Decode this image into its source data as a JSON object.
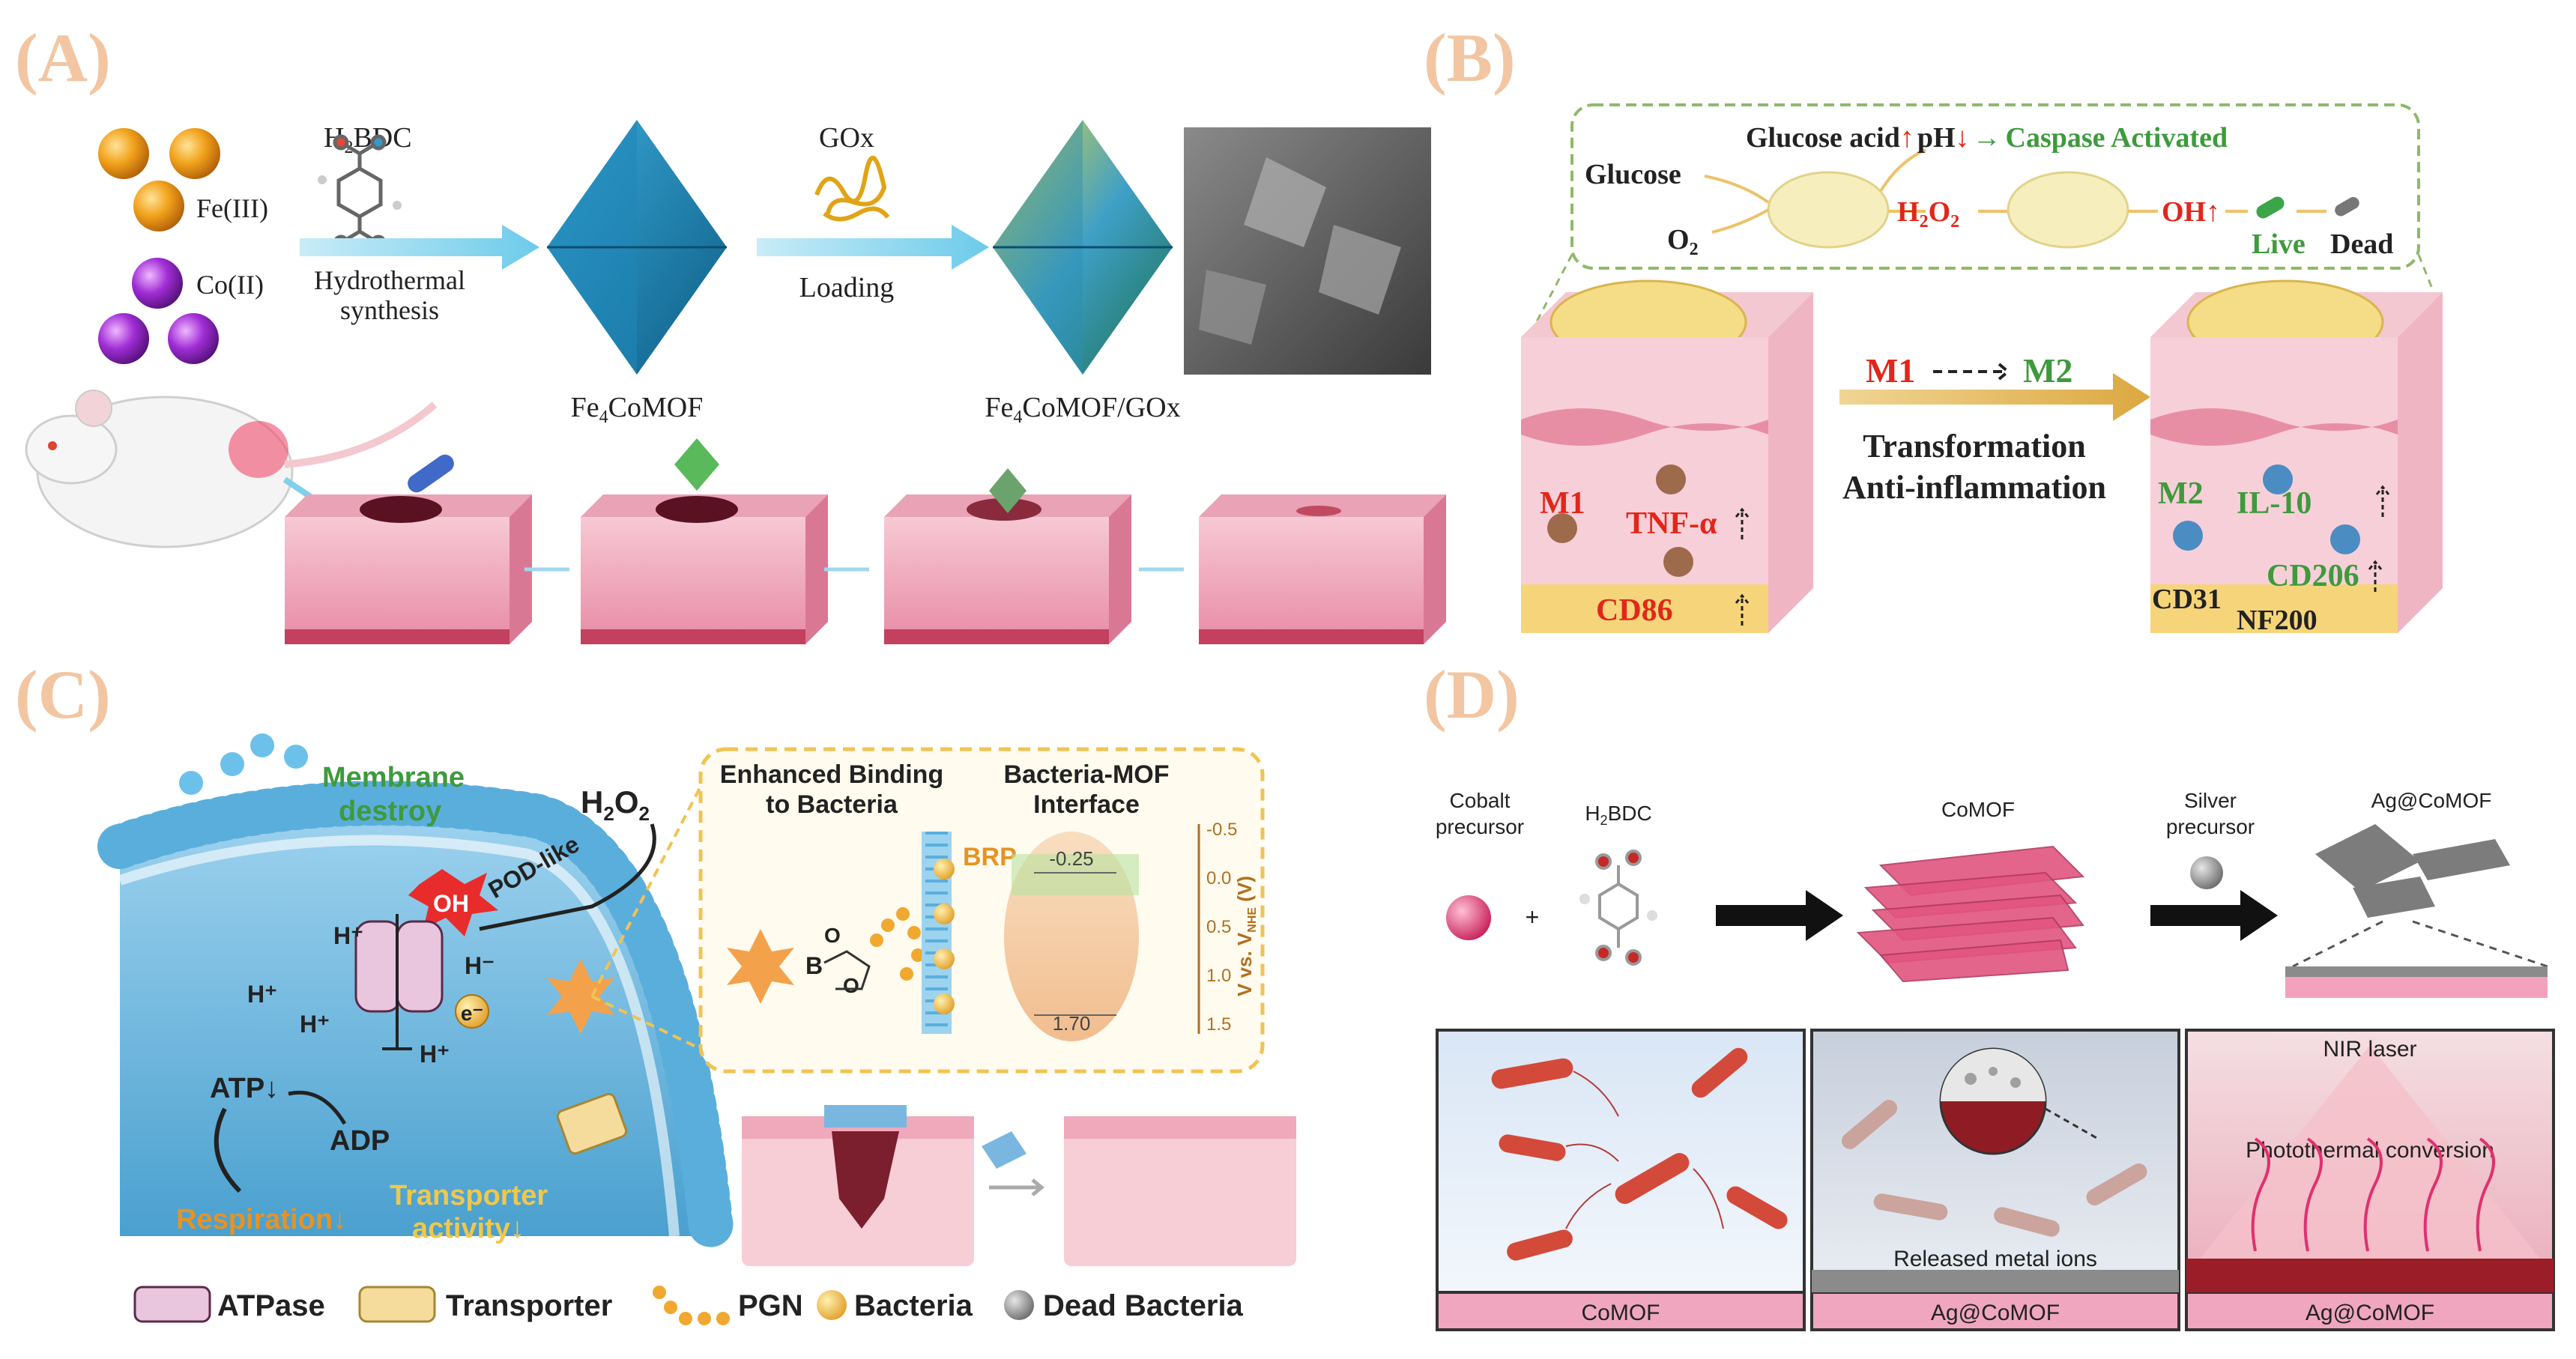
{
  "panel_labels": {
    "a": "(A)",
    "b": "(B)",
    "c": "(C)",
    "d": "(D)"
  },
  "colors": {
    "panel_label": "#f2c6a2",
    "arrow_blue": "#7fd0ec",
    "skin_pink": "#f3b6c6",
    "fat_yellow": "#f6d57a",
    "green_dashed": "#8fb86a",
    "red_text": "#e2261a",
    "green_text": "#3e9a3c",
    "orange_text": "#e59324",
    "membrane_blue": "#5aaedc",
    "cell_blue": "#7cc3e8",
    "np_pink": "#e25580",
    "bacteria_red": "#d34a3a"
  },
  "panel_a": {
    "fe_label": "Fe(III)",
    "co_label": "Co(II)",
    "linker_label": "H2BDC",
    "linker_main": "H",
    "linker_sub": "2",
    "linker_end": "BDC",
    "step1_line1": "Hydrothermal",
    "step1_line2": "synthesis",
    "mof1_main": "Fe",
    "mof1_sub": "4",
    "mof1_end": "CoMOF",
    "gox_label": "GOx",
    "step2_label": "Loading",
    "mof2_main": "Fe",
    "mof2_sub": "4",
    "mof2_end": "CoMOF/GOx",
    "icons": [
      "fe-sphere-icon",
      "co-sphere-icon",
      "h2bdc-molecule-icon",
      "mof-octahedron-icon",
      "gox-enzyme-icon",
      "sem-image",
      "rat-icon",
      "skin-block-icon"
    ]
  },
  "panel_b": {
    "glucose": "Glucose",
    "o2_main": "O",
    "o2_sub": "2",
    "glucose_acid": "Glucose acid",
    "up1": "↑",
    "ph": "pH",
    "down1": "↓",
    "arrow_txt": "→",
    "caspase": "Caspase Activated",
    "h2o2_a": "H",
    "h2o2_b": "2",
    "h2o2_c": "O",
    "h2o2_d": "2",
    "oh": "OH",
    "up2": "↑",
    "live": "Live",
    "dead": "Dead",
    "m1_top": "M1",
    "m2_top": "M2",
    "transformation": "Transformation",
    "anti_inflammation": "Anti-inflammation",
    "m1": "M1",
    "tnf": "TNF-α",
    "cd86": "CD86",
    "m2": "M2",
    "il10": "IL-10",
    "cd206": "CD206",
    "cd31": "CD31",
    "nf200": "NF200"
  },
  "panel_c": {
    "membrane_l1": "Membrane",
    "membrane_l2": "destroy",
    "h2o2_a": "H",
    "h2o2_b": "2",
    "h2o2_c": "O",
    "h2o2_d": "2",
    "oh": "OH",
    "pod": "POD-like",
    "h_plus": "H⁺",
    "h_minus": "H⁻",
    "electron": "e⁻",
    "atp": "ATP↓",
    "adp": "ADP",
    "respiration": "Respiration↓",
    "transporter_l1": "Transporter",
    "transporter_l2": "activity↓",
    "binding_l1": "Enhanced Binding",
    "binding_l2": "to Bacteria",
    "interface_l1": "Bacteria-MOF",
    "interface_l2": "Interface",
    "brp": "BRP",
    "axis_label": "V vs. V",
    "axis_sub": "NHE",
    "axis_unit": " (V)",
    "ticks": [
      "-0.5",
      "0.0",
      "0.5",
      "1.0",
      "1.5"
    ],
    "band_low": "-0.25",
    "band_high": "1.70",
    "boron": "B",
    "oxygen": "O",
    "legend": [
      "ATPase",
      "Transporter",
      "PGN",
      "Bacteria",
      "Dead Bacteria"
    ]
  },
  "panel_d": {
    "cobalt_l1": "Cobalt",
    "cobalt_l2": "precursor",
    "plus": "+",
    "h2bdc_main": "H",
    "h2bdc_sub": "2",
    "h2bdc_end": "BDC",
    "comof_top": "CoMOF",
    "silver_l1": "Silver",
    "silver_l2": "precursor",
    "agcomof_top": "Ag@CoMOF",
    "released": "Released metal ions",
    "nir": "NIR laser",
    "photothermal": "Photothermal conversion",
    "bottom_labels": [
      "CoMOF",
      "Ag@CoMOF",
      "Ag@CoMOF"
    ]
  }
}
